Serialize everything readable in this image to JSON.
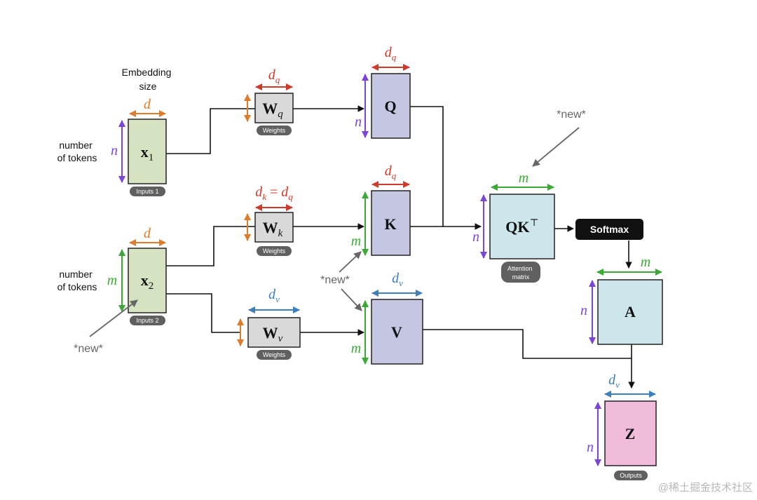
{
  "colors": {
    "green_fill": "#d5e3c3",
    "purple_fill": "#c5c7e2",
    "gray_fill": "#d9d9d9",
    "cyan_fill": "#cce6ec",
    "pink_fill": "#f0bcd9",
    "orange": "#e07b2a",
    "red": "#d13a2b",
    "purple": "#7b45d9",
    "green": "#3aaa35",
    "blue": "#3c7ec0",
    "badge": "#606060",
    "softmax": "#111111",
    "arrow": "#111111",
    "annotation": "#666666"
  },
  "inputs1": {
    "header": [
      "Embedding",
      "size"
    ],
    "width_dim": "d",
    "side_label": [
      "number",
      "of tokens"
    ],
    "height_dim": "n",
    "matrix_base": "x",
    "matrix_sub": "1",
    "badge": "Inputs 1"
  },
  "inputs2": {
    "width_dim": "d",
    "side_label": [
      "number",
      "of tokens"
    ],
    "height_dim": "m",
    "matrix_base": "x",
    "matrix_sub": "2",
    "badge": "Inputs 2",
    "new_note": "*new*"
  },
  "weights_q": {
    "base": "W",
    "sub": "q",
    "dim": "d",
    "dim_sub": "q",
    "badge": "Weights"
  },
  "weights_k": {
    "base": "W",
    "sub": "k",
    "dim_left": "d",
    "dim_left_sub": "k",
    "dim_eq": " = ",
    "dim_right": "d",
    "dim_right_sub": "q",
    "badge": "Weights"
  },
  "weights_v": {
    "base": "W",
    "sub": "v",
    "dim": "d",
    "dim_sub": "v",
    "badge": "Weights"
  },
  "q_matrix": {
    "label": "Q",
    "width_dim": "d",
    "width_sub": "q",
    "height_dim": "n"
  },
  "k_matrix": {
    "label": "K",
    "width_dim": "d",
    "width_sub": "q",
    "height_dim": "m"
  },
  "v_matrix": {
    "label": "V",
    "width_dim": "d",
    "width_sub": "v",
    "height_dim": "m"
  },
  "middle_note": "*new*",
  "qk_matrix": {
    "label": "QK",
    "sup": "⊤",
    "width_dim": "m",
    "height_dim": "n",
    "badge": [
      "Attention",
      "matrix"
    ],
    "new_note": "*new*"
  },
  "softmax": {
    "label": "Softmax"
  },
  "a_matrix": {
    "label": "A",
    "width_dim": "m",
    "height_dim": "n"
  },
  "z_matrix": {
    "label": "Z",
    "width_dim": "d",
    "width_sub": "v",
    "height_dim": "n",
    "badge": "Outputs"
  },
  "watermark": "@稀土掘金技术社区"
}
